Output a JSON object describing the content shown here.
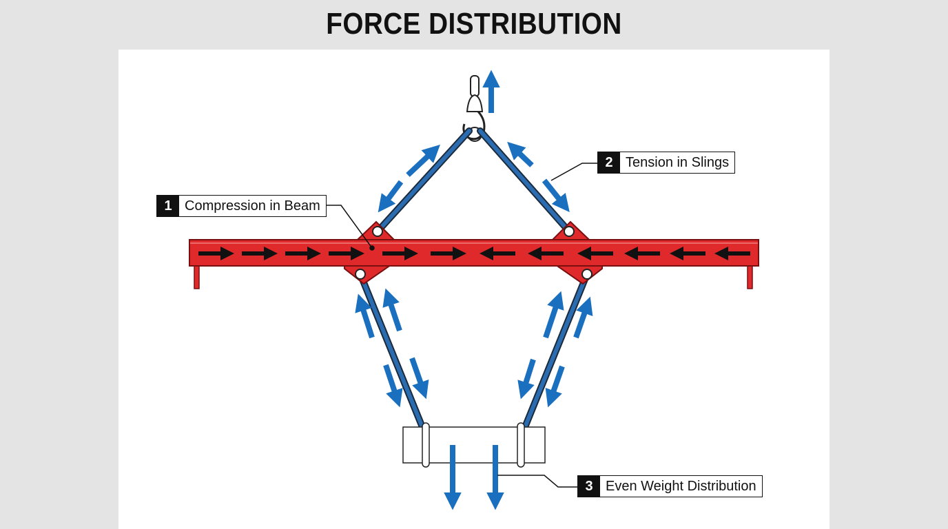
{
  "title": "FORCE DISTRIBUTION",
  "callouts": [
    {
      "number": "1",
      "label": "Compression in Beam"
    },
    {
      "number": "2",
      "label": "Tension in Slings"
    },
    {
      "number": "3",
      "label": "Even Weight Distribution"
    }
  ],
  "colors": {
    "beam": "#e0292b",
    "beam_edge": "#7a0f10",
    "sling": "#2b6cb0",
    "force_arrow": "#1a6fbf",
    "compression_arrow": "#111111",
    "background": "#e4e4e4",
    "panel": "#ffffff"
  }
}
